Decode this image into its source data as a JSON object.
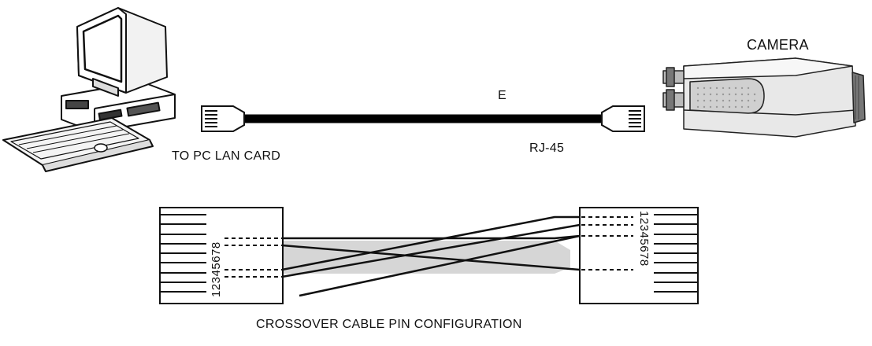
{
  "labels": {
    "camera": "CAMERA",
    "cable": "E",
    "connector": "RJ-45",
    "pc_port": "TO PC LAN CARD",
    "caption": "CROSSOVER CABLE PIN CONFIGURATION"
  },
  "pins": {
    "left": "12345678",
    "right": "12345678"
  }
}
